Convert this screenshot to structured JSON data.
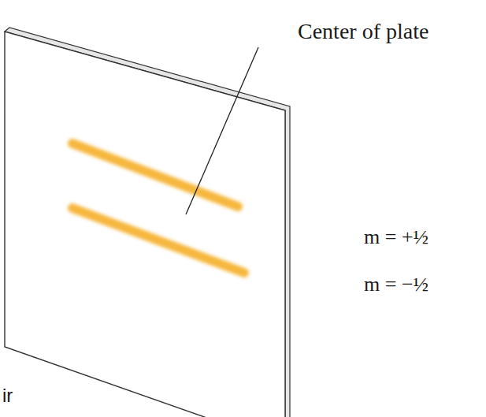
{
  "diagram": {
    "labels": [
      "Center of plate",
      "m = +½",
      "m = −½",
      "ir"
    ]
  }
}
